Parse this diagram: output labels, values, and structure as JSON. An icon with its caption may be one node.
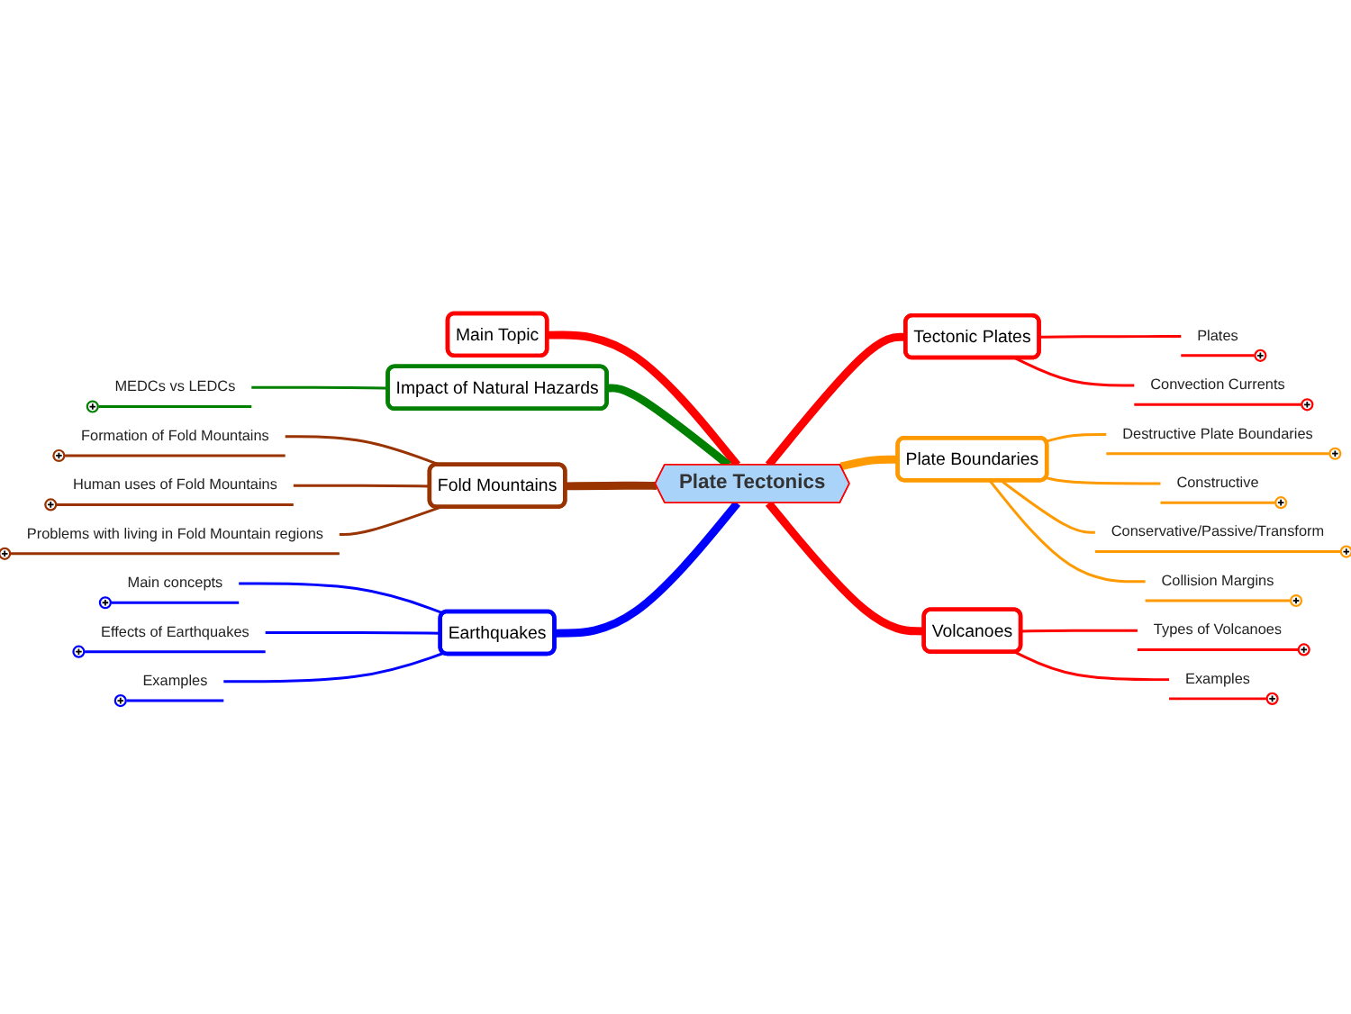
{
  "diagram": {
    "nodes": [
      {
        "text": [
          "Plate Tectonics"
        ]
      },
      {
        "text": [
          "Main Topic"
        ]
      },
      {
        "text": [
          "Impact of Natural Hazards"
        ]
      },
      {
        "text": [
          "MEDCs vs LEDCs"
        ]
      },
      {
        "text": [
          "Fold Mountains"
        ]
      },
      {
        "text": [
          "Formation of Fold Mountains"
        ]
      },
      {
        "text": [
          "Human uses of Fold Mountains"
        ]
      },
      {
        "text": [
          "Problems with living in Fold Mountain regions"
        ]
      },
      {
        "text": [
          "Earthquakes"
        ]
      },
      {
        "text": [
          "Main concepts"
        ]
      },
      {
        "text": [
          "Effects of Earthquakes"
        ]
      },
      {
        "text": [
          "Examples"
        ]
      },
      {
        "text": [
          "Tectonic Plates"
        ]
      },
      {
        "text": [
          "Plates"
        ]
      },
      {
        "text": [
          "Convection Currents"
        ]
      },
      {
        "text": [
          "Plate Boundaries"
        ]
      },
      {
        "text": [
          "Destructive Plate Boundaries"
        ]
      },
      {
        "text": [
          "Constructive"
        ]
      },
      {
        "text": [
          "Conservative/Passive/Transform"
        ]
      },
      {
        "text": [
          "Collision Margins"
        ]
      },
      {
        "text": [
          "Volcanoes"
        ]
      },
      {
        "text": [
          "Types of Volcanoes"
        ]
      },
      {
        "text": [
          "Examples"
        ]
      }
    ],
    "edges": [
      {
        "from": 0,
        "to": 1,
        "arrow": "none",
        "style": "thick"
      },
      {
        "from": 0,
        "to": 2,
        "arrow": "none",
        "style": "thick",
        "color": "#008000"
      },
      {
        "from": 2,
        "to": 3,
        "arrow": "none",
        "color": "#008000"
      },
      {
        "from": 0,
        "to": 4,
        "arrow": "none",
        "style": "thick",
        "color": "#993300"
      },
      {
        "from": 4,
        "to": 5,
        "arrow": "none",
        "color": "#993300"
      },
      {
        "from": 4,
        "to": 6,
        "arrow": "none",
        "color": "#993300"
      },
      {
        "from": 4,
        "to": 7,
        "arrow": "none",
        "color": "#993300"
      },
      {
        "from": 0,
        "to": 8,
        "arrow": "none",
        "style": "thick",
        "color": "#0000ff"
      },
      {
        "from": 8,
        "to": 9,
        "arrow": "none",
        "color": "#0000ff"
      },
      {
        "from": 8,
        "to": 10,
        "arrow": "none",
        "color": "#0000ff"
      },
      {
        "from": 8,
        "to": 11,
        "arrow": "none",
        "color": "#0000ff"
      },
      {
        "from": 0,
        "to": 12,
        "arrow": "none",
        "style": "thick"
      },
      {
        "from": 12,
        "to": 13,
        "arrow": "none"
      },
      {
        "from": 12,
        "to": 14,
        "arrow": "none"
      },
      {
        "from": 0,
        "to": 15,
        "arrow": "none",
        "style": "thick",
        "color": "#ff9900"
      },
      {
        "from": 15,
        "to": 16,
        "arrow": "none",
        "color": "#ff9900"
      },
      {
        "from": 15,
        "to": 17,
        "arrow": "none",
        "color": "#ff9900"
      },
      {
        "from": 15,
        "to": 18,
        "arrow": "none",
        "color": "#ff9900"
      },
      {
        "from": 15,
        "to": 19,
        "arrow": "none",
        "color": "#ff9900"
      },
      {
        "from": 0,
        "to": 20,
        "arrow": "none",
        "style": "thick"
      },
      {
        "from": 20,
        "to": 21,
        "arrow": "none"
      },
      {
        "from": 20,
        "to": 22,
        "arrow": "none"
      }
    ]
  }
}
